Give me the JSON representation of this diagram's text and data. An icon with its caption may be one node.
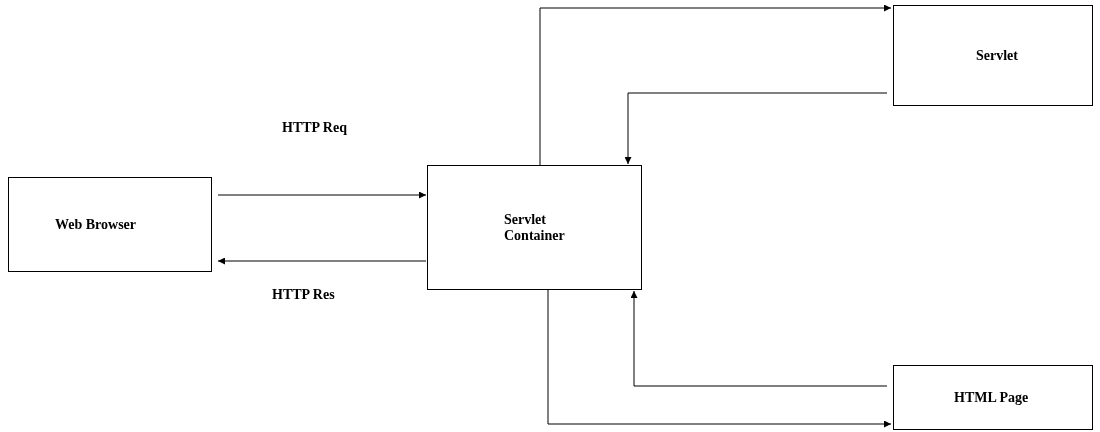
{
  "diagram": {
    "nodes": [
      {
        "text": [
          "Web Browser"
        ]
      },
      {
        "text": [
          "Servlet Container"
        ]
      },
      {
        "text": [
          "Servlet"
        ]
      },
      {
        "text": [
          "HTML Page"
        ]
      }
    ],
    "edges": [
      {
        "from": 0,
        "to": 1,
        "arrow": "to",
        "label": "HTTP Req"
      },
      {
        "from": 1,
        "to": 0,
        "arrow": "to",
        "label": "HTTP Res"
      },
      {
        "from": 1,
        "to": 2,
        "arrow": "to"
      },
      {
        "from": 2,
        "to": 1,
        "arrow": "to"
      },
      {
        "from": 3,
        "to": 1,
        "arrow": "to"
      },
      {
        "from": 1,
        "to": 3,
        "arrow": "to"
      }
    ]
  }
}
